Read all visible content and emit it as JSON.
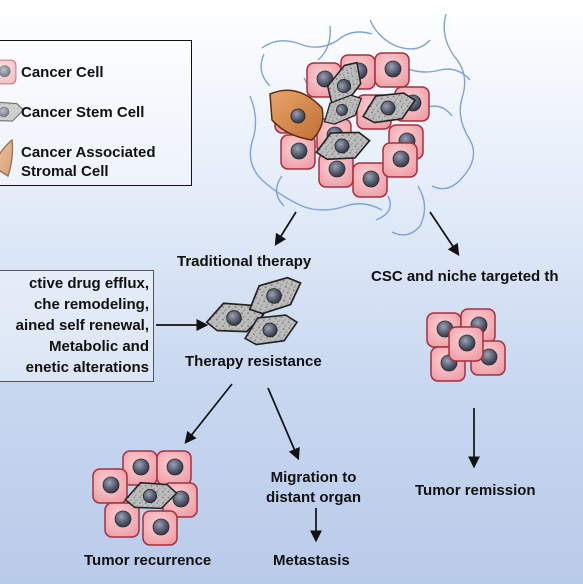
{
  "legend": {
    "items": [
      {
        "label": "Cancer Cell",
        "icon": "cancer-cell-icon"
      },
      {
        "label": "Cancer Stem Cell",
        "icon": "cancer-stem-cell-icon"
      },
      {
        "label": "Cancer Associated\nStromal Cell",
        "icon": "stromal-cell-icon"
      }
    ]
  },
  "resistance_mechanisms": [
    "ctive drug efflux,",
    "che remodeling,",
    "ained self renewal,",
    "Metabolic and",
    "enetic alterations"
  ],
  "labels": {
    "traditional_therapy": "Traditional therapy",
    "targeted_therapy": "CSC and niche targeted th",
    "therapy_resistance": "Therapy resistance",
    "tumor_remission": "Tumor remission",
    "migration": "Migration to\ndistant organ",
    "tumor_recurrence": "Tumor recurrence",
    "metastasis": "Metastasis"
  },
  "colors": {
    "cancer_cell_fill": "#f2a9b0",
    "cancer_cell_stroke": "#a3303f",
    "nucleus": "#5d6476",
    "stem_cell_fill": "#b8b8b8",
    "stromal_cell_fill": "#d98a4f",
    "vessel": "#7fa3d3"
  }
}
